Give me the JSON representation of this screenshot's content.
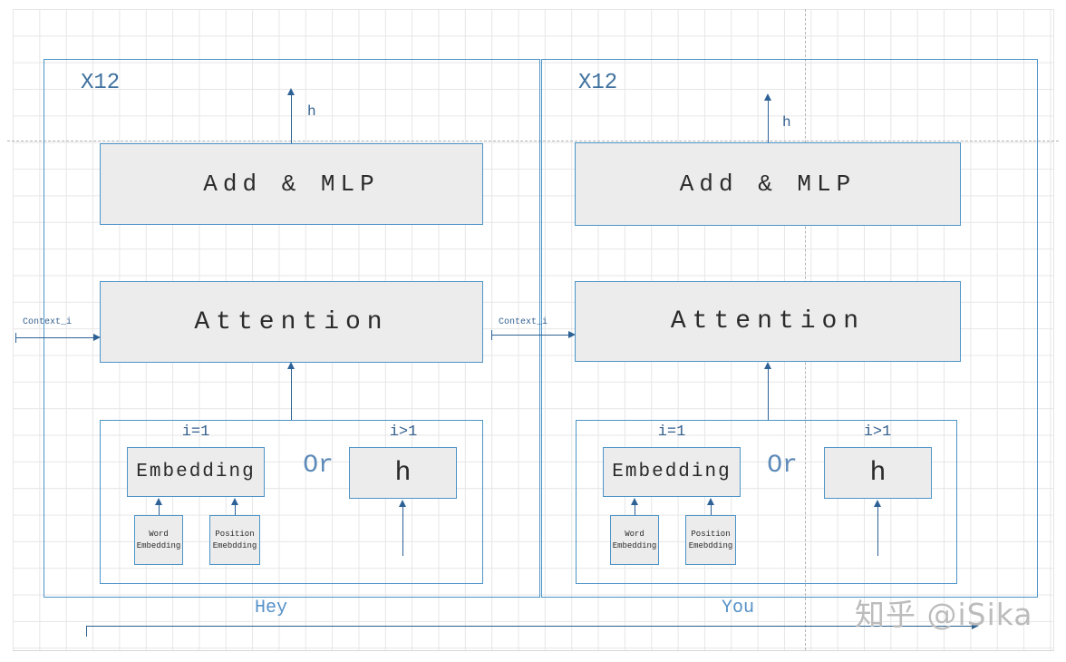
{
  "watermark": "知乎 @iSika",
  "colors": {
    "shape_border": "#4d94c7",
    "shape_fill": "#ececec",
    "connector": "#2e6296",
    "blue_label": "#4a80ad",
    "dashed_guide": "#b3b3b3",
    "grid": "#e6e6e6",
    "watermark": "#bcbcbc"
  },
  "panels": [
    {
      "repeat_label": "X12",
      "output_label": "h",
      "add_mlp": "Add & MLP",
      "attention": "Attention",
      "context_input": "Context_i",
      "case_first": "i=1",
      "case_later": "i>1",
      "embedding": "Embedding",
      "or_label": "Or",
      "hidden_state": "h",
      "word_embedding": "Word Embedding",
      "position_embedding": "Position Emebdding",
      "token": "Hey"
    },
    {
      "repeat_label": "X12",
      "output_label": "h",
      "add_mlp": "Add & MLP",
      "attention": "Attention",
      "context_input": "Context_i",
      "case_first": "i=1",
      "case_later": "i>1",
      "embedding": "Embedding",
      "or_label": "Or",
      "hidden_state": "h",
      "word_embedding": "Word Embedding",
      "position_embedding": "Position Emebdding",
      "token": "You"
    }
  ]
}
